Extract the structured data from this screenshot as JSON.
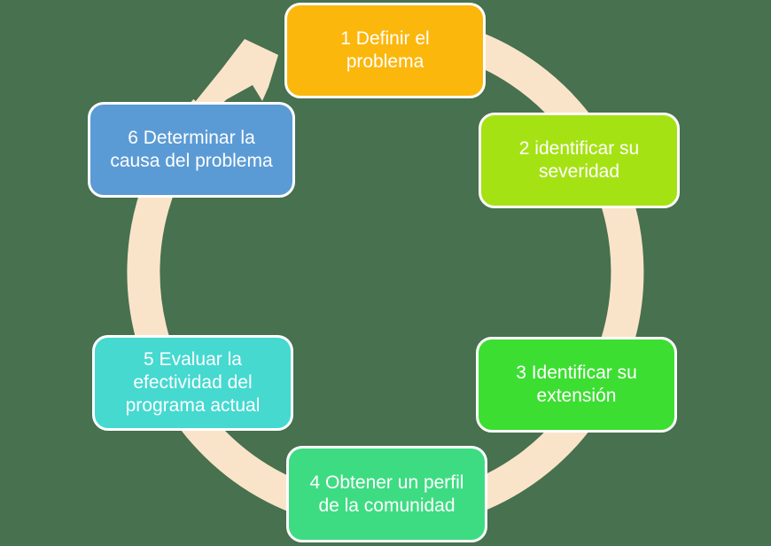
{
  "diagram": {
    "type": "cycle",
    "direction": "clockwise",
    "background_color": "#47714F",
    "ring_color": "#FAE4C9",
    "text_color": "#FFFFFF",
    "border_color": "#FFFFFF",
    "steps": [
      {
        "number": 1,
        "label": "1 Definir el\nproblema",
        "color": "#FCB70D"
      },
      {
        "number": 2,
        "label": "2 identificar su\nseveridad",
        "color": "#A5E214"
      },
      {
        "number": 3,
        "label": "3 Identificar su\nextensión",
        "color": "#3DDE32"
      },
      {
        "number": 4,
        "label": "4 Obtener un perfil\nde la comunidad",
        "color": "#3EDC82"
      },
      {
        "number": 5,
        "label": "5 Evaluar la\nefectividad del\nprograma actual",
        "color": "#45D9D0"
      },
      {
        "number": 6,
        "label": "6 Determinar la\ncausa del problema",
        "color": "#5B9BD5"
      }
    ]
  }
}
